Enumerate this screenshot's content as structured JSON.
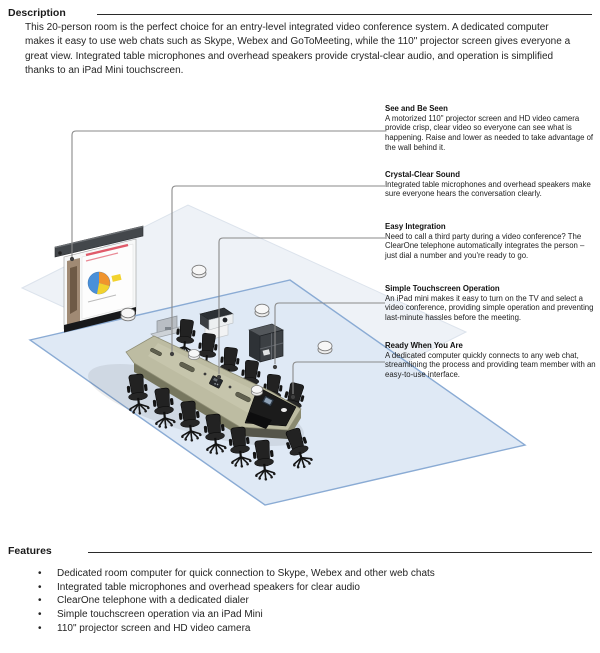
{
  "description": {
    "heading": "Description",
    "body": "This 20-person room is the perfect choice for an entry-level integrated video conference system. A dedicated computer makes it easy to use web chats such as Skype, Webex and GoToMeeting, while the 110\" projector screen gives everyone a great view.  Integrated table microphones and overhead speakers provide crystal-clear audio, and operation is simplified thanks to an iPad Mini touchscreen."
  },
  "callouts": [
    {
      "title": "See and Be Seen",
      "body": "A motorized 110\" projector screen and HD video camera provide crisp, clear video so everyone can see what is happening. Raise and lower as needed to take advantage of the wall behind it."
    },
    {
      "title": "Crystal-Clear Sound",
      "body": "Integrated table microphones and overhead speakers make sure everyone hears the conversation clearly."
    },
    {
      "title": "Easy Integration",
      "body": "Need to call a third party during a video conference? The ClearOne telephone automatically integrates the person – just dial a number and you're ready to go."
    },
    {
      "title": "Simple Touchscreen Operation",
      "body": "An iPad mini makes it easy to turn on the TV and select a video conference, providing simple operation and preventing last-minute hassles before the meeting."
    },
    {
      "title": "Ready When You Are",
      "body": "A dedicated computer quickly connects to any web chat, streamlining the process and providing team member with an easy-to-use interface."
    }
  ],
  "features": {
    "heading": "Features",
    "items": [
      "Dedicated room computer for quick connection to Skype, Webex and other web chats",
      "Integrated table microphones and overhead speakers for clear audio",
      "ClearOne telephone with a dedicated dialer",
      "Simple touchscreen operation via an iPad Mini",
      "110\" projector screen and HD video camera"
    ]
  },
  "diagram": {
    "icons": {
      "ceiling-speaker": "white dome",
      "table-microphone": "white puck",
      "office-chair": "black swivel chair",
      "projector-screen": "screen with pie-chart slide",
      "callout-line": "gray leader line with end dot"
    },
    "colors": {
      "floor_fill": "#dfe9f5",
      "floor_border": "#8aabd4",
      "wall_fill": "#eef2f7",
      "table_top": "#bdbca2",
      "leader_line": "#8a8a8a",
      "pie_blue": "#4a90d9",
      "pie_orange": "#f0942d",
      "pie_yellow": "#f2d22e",
      "slide_accent_red": "#e05a6a"
    }
  }
}
